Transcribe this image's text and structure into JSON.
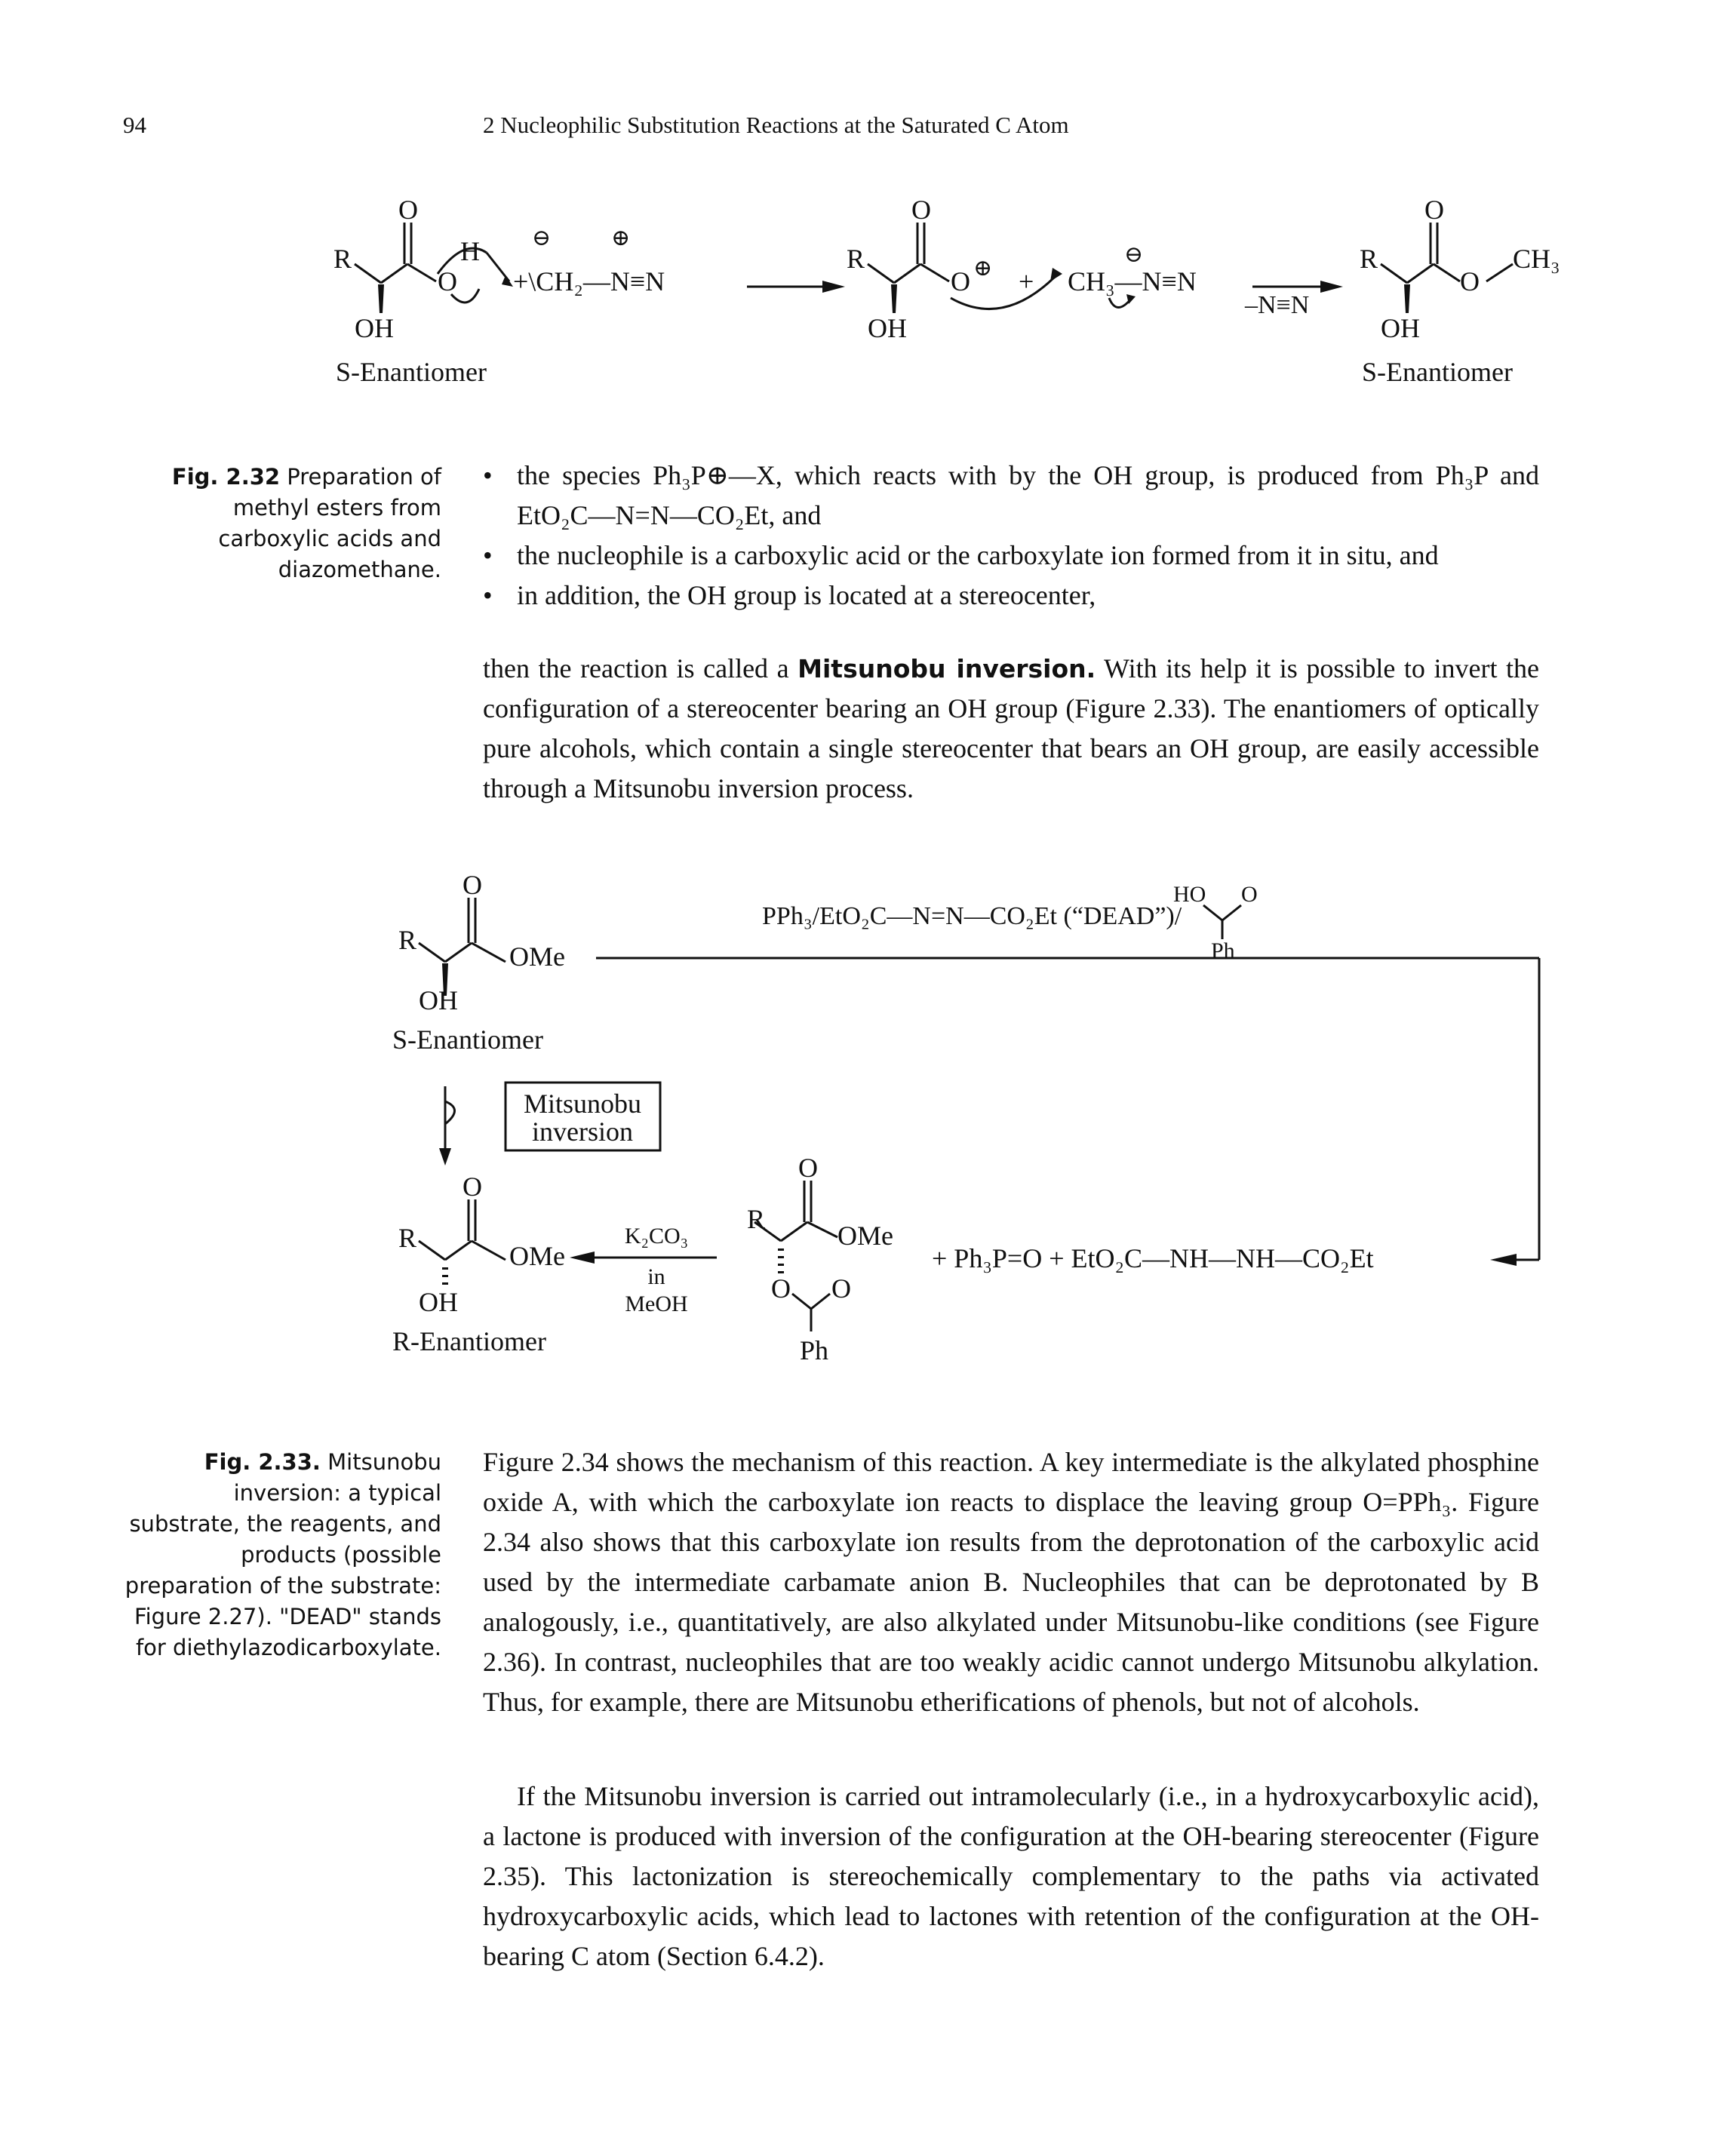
{
  "header": {
    "page_number": "94",
    "chapter": "2 Nucleophilic Substitution Reactions at the Saturated C Atom"
  },
  "scheme1": {
    "left_label": "S-Enantiomer",
    "right_label": "S-Enantiomer",
    "byproduct": "–N≡N",
    "plus": "+"
  },
  "fig232": {
    "label": "Fig. 2.32",
    "text": "Preparation of methyl esters from carboxylic acids and diazomethane."
  },
  "bullets": [
    "the species Ph₃P⊕—X, which reacts with by the OH group, is produced from Ph₃P and EtO₂C—N=N—CO₂Et, and",
    "the nucleophile is a carboxylic acid or the carboxylate ion formed from it in situ, and",
    "in addition, the OH group is located at a stereocenter,"
  ],
  "para1": {
    "before": "then the reaction is called a ",
    "term": "Mitsunobu inversion.",
    "after": " With its help it is possible to invert the configuration of a stereocenter bearing an OH group (Figure 2.33). The enantiomers of optically pure alcohols, which contain a single stereocenter that bears an OH group, are easily accessible through a Mitsunobu inversion process."
  },
  "scheme2": {
    "reagents": "PPh₃/EtO₂C—N=N—CO₂Et (“DEAD”)/",
    "acid_ho": "HO",
    "acid_o": "O",
    "acid_ph": "Ph",
    "start_label": "S-Enantiomer",
    "box_line1": "Mitsunobu",
    "box_line2": "inversion",
    "product_label": "R-Enantiomer",
    "k2co3": "K₂CO₃",
    "in": "in",
    "meoh": "MeOH",
    "ester_ph": "Ph",
    "byproducts": "+ Ph₃P=O + EtO₂C—NH—NH—CO₂Et"
  },
  "fig233": {
    "label": "Fig. 2.33.",
    "text": "Mitsunobu inversion: a typical substrate, the reagents, and products (possible preparation of the substrate: Figure 2.27). \"DEAD\" stands for diethylazodicarboxylate."
  },
  "para2": "Figure 2.34 shows the mechanism of this reaction. A key intermediate is the alkylated phosphine oxide A, with which the carboxylate ion reacts to displace the leaving group O=PPh₃. Figure 2.34 also shows that this carboxylate ion results from the deprotonation of the carboxylic acid used by the intermediate carbamate anion B. Nucleophiles that can be deprotonated by B analogously, i.e., quantitatively, are also alkylated under Mitsunobu-like conditions (see Figure 2.36). In contrast, nucleophiles that are too weakly acidic cannot undergo Mitsunobu alkylation. Thus, for example, there are Mitsunobu etherifications of phenols, but not of alcohols.",
  "para3": "If the Mitsunobu inversion is carried out intramolecularly (i.e., in a hydroxycarboxylic acid), a lactone is produced with inversion of the configuration at the OH-bearing stereocenter (Figure 2.35). This lactonization is stereochemically complementary to the paths via activated hydroxycarboxylic acids, which lead to lactones with retention of the configuration at the OH-bearing C atom (Section 6.4.2)."
}
